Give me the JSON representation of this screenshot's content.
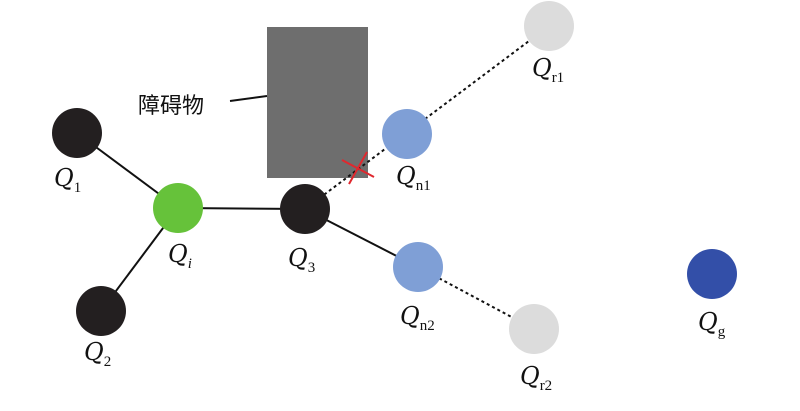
{
  "obstacle_label": "障碍物",
  "nodes": {
    "q1": {
      "base": "Q",
      "sub": "1"
    },
    "q2": {
      "base": "Q",
      "sub": "2"
    },
    "qi": {
      "base": "Q",
      "sub": "i"
    },
    "q3": {
      "base": "Q",
      "sub": "3"
    },
    "qn1": {
      "base": "Q",
      "sub": "n1"
    },
    "qn2": {
      "base": "Q",
      "sub": "n2"
    },
    "qr1": {
      "base": "Q",
      "sub": "r1"
    },
    "qr2": {
      "base": "Q",
      "sub": "r2"
    },
    "qg": {
      "base": "Q",
      "sub": "g"
    }
  },
  "colors": {
    "tree": "#231f20",
    "current": "#66c23a",
    "new": "#7f9fd6",
    "random": "#dcdcdc",
    "goal": "#334fa8",
    "obstacle": "#6e6e6e",
    "blocked": "#e0282e"
  }
}
